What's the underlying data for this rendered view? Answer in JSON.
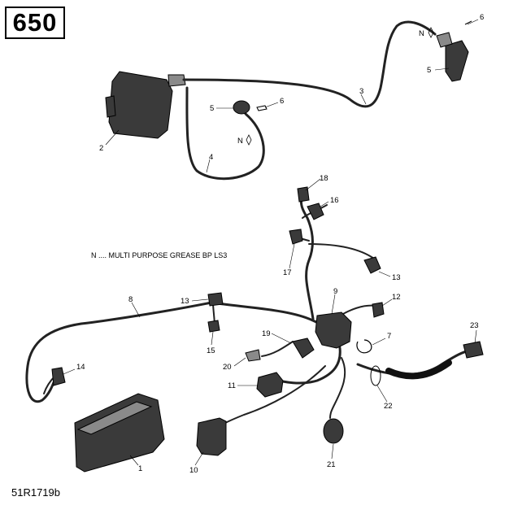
{
  "badge": {
    "text": "650"
  },
  "note": {
    "text": "N .... MULTI PURPOSE GREASE BP LS3"
  },
  "reference": {
    "text": "51R1719b"
  },
  "callouts": {
    "c1": "1",
    "c2": "2",
    "c3": "3",
    "c4": "4",
    "c5a": "5",
    "c5b": "5",
    "c6a": "6",
    "c6b": "6",
    "c7": "7",
    "c8": "8",
    "c9": "9",
    "c10": "10",
    "c11": "11",
    "c12": "12",
    "c13a": "13",
    "c13b": "13",
    "c14": "14",
    "c15": "15",
    "c16": "16",
    "c17": "17",
    "c18": "18",
    "c19": "19",
    "c20": "20",
    "c21": "21",
    "c22": "22",
    "c23": "23",
    "na": "N",
    "nb": "N"
  }
}
